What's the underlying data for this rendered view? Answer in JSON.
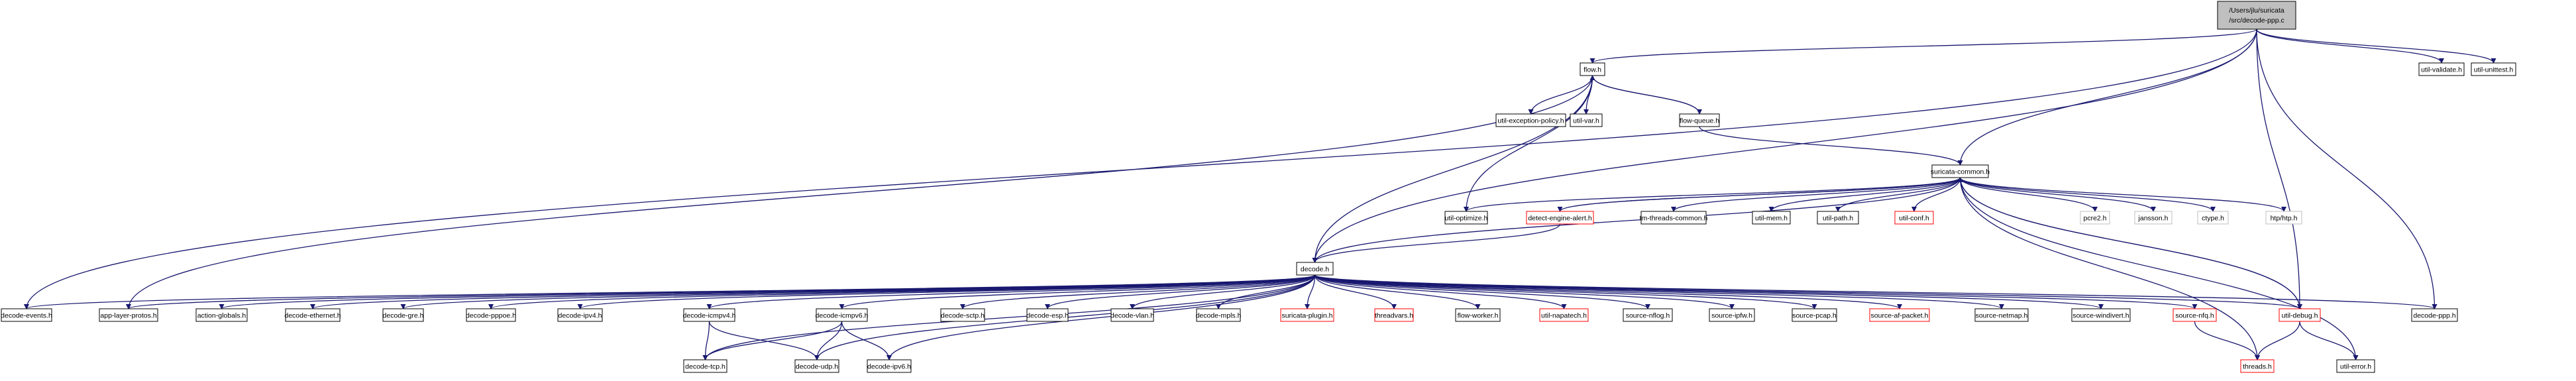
{
  "colors": {
    "edge": "#191970",
    "node_border": "#000000",
    "node_border_missing": "#ff0000",
    "node_border_external": "#bfbfbf",
    "node_fill": "#ffffff",
    "root_fill": "#bfbfbf",
    "text": "#000000"
  },
  "nodes": {
    "root": {
      "line1": "/Users/jlu/suricata",
      "line2": "/src/decode-ppp.c",
      "style": "root"
    },
    "flow_h": {
      "label": "flow.h",
      "style": "normal"
    },
    "util_validate_h": {
      "label": "util-validate.h",
      "style": "normal"
    },
    "util_unittest_h": {
      "label": "util-unittest.h",
      "style": "normal"
    },
    "util_exception_policy_h": {
      "label": "util-exception-policy.h",
      "style": "normal"
    },
    "util_var_h": {
      "label": "util-var.h",
      "style": "normal"
    },
    "flow_queue_h": {
      "label": "flow-queue.h",
      "style": "normal"
    },
    "suricata_common_h": {
      "label": "suricata-common.h",
      "style": "normal"
    },
    "util_optimize_h": {
      "label": "util-optimize.h",
      "style": "normal"
    },
    "detect_engine_alert_h": {
      "label": "detect-engine-alert.h",
      "style": "missing"
    },
    "tm_threads_common_h": {
      "label": "tm-threads-common.h",
      "style": "normal"
    },
    "util_mem_h": {
      "label": "util-mem.h",
      "style": "normal"
    },
    "util_path_h": {
      "label": "util-path.h",
      "style": "normal"
    },
    "util_conf_h": {
      "label": "util-conf.h",
      "style": "missing"
    },
    "pcre2_h": {
      "label": "pcre2.h",
      "style": "external"
    },
    "jansson_h": {
      "label": "jansson.h",
      "style": "external"
    },
    "ctype_h": {
      "label": "ctype.h",
      "style": "external"
    },
    "htp_htp_h": {
      "label": "htp/htp.h",
      "style": "external"
    },
    "decode_h": {
      "label": "decode.h",
      "style": "normal"
    },
    "decode_events_h": {
      "label": "decode-events.h",
      "style": "normal"
    },
    "app_layer_protos_h": {
      "label": "app-layer-protos.h",
      "style": "normal"
    },
    "action_globals_h": {
      "label": "action-globals.h",
      "style": "normal"
    },
    "decode_ethernet_h": {
      "label": "decode-ethernet.h",
      "style": "normal"
    },
    "decode_gre_h": {
      "label": "decode-gre.h",
      "style": "normal"
    },
    "decode_pppoe_h": {
      "label": "decode-pppoe.h",
      "style": "normal"
    },
    "decode_ipv4_h": {
      "label": "decode-ipv4.h",
      "style": "normal"
    },
    "decode_icmpv4_h": {
      "label": "decode-icmpv4.h",
      "style": "normal"
    },
    "decode_icmpv6_h": {
      "label": "decode-icmpv6.h",
      "style": "normal"
    },
    "decode_sctp_h": {
      "label": "decode-sctp.h",
      "style": "normal"
    },
    "decode_esp_h": {
      "label": "decode-esp.h",
      "style": "normal"
    },
    "decode_vlan_h": {
      "label": "decode-vlan.h",
      "style": "normal"
    },
    "decode_mpls_h": {
      "label": "decode-mpls.h",
      "style": "normal"
    },
    "suricata_plugin_h": {
      "label": "suricata-plugin.h",
      "style": "missing"
    },
    "threadvars_h": {
      "label": "threadvars.h",
      "style": "missing"
    },
    "flow_worker_h": {
      "label": "flow-worker.h",
      "style": "normal"
    },
    "util_napatech_h": {
      "label": "util-napatech.h",
      "style": "missing"
    },
    "source_nflog_h": {
      "label": "source-nflog.h",
      "style": "normal"
    },
    "source_ipfw_h": {
      "label": "source-ipfw.h",
      "style": "normal"
    },
    "source_pcap_h": {
      "label": "source-pcap.h",
      "style": "normal"
    },
    "source_af_packet_h": {
      "label": "source-af-packet.h",
      "style": "missing"
    },
    "source_netmap_h": {
      "label": "source-netmap.h",
      "style": "normal"
    },
    "source_windivert_h": {
      "label": "source-windivert.h",
      "style": "normal"
    },
    "source_nfq_h": {
      "label": "source-nfq.h",
      "style": "missing"
    },
    "util_debug_h": {
      "label": "util-debug.h",
      "style": "missing"
    },
    "decode_ppp_h": {
      "label": "decode-ppp.h",
      "style": "normal"
    },
    "decode_tcp_h": {
      "label": "decode-tcp.h",
      "style": "normal"
    },
    "decode_udp_h": {
      "label": "decode-udp.h",
      "style": "normal"
    },
    "decode_ipv6_h": {
      "label": "decode-ipv6.h",
      "style": "normal"
    },
    "threads_h": {
      "label": "threads.h",
      "style": "missing"
    },
    "util_error_h": {
      "label": "util-error.h",
      "style": "normal"
    }
  },
  "edges": [
    [
      "root",
      "flow_h"
    ],
    [
      "root",
      "util_validate_h"
    ],
    [
      "root",
      "util_unittest_h"
    ],
    [
      "root",
      "suricata_common_h"
    ],
    [
      "root",
      "decode_h"
    ],
    [
      "root",
      "util_debug_h"
    ],
    [
      "root",
      "decode_ppp_h"
    ],
    [
      "root",
      "decode_events_h"
    ],
    [
      "flow_h",
      "util_exception_policy_h"
    ],
    [
      "flow_h",
      "util_var_h"
    ],
    [
      "flow_h",
      "flow_queue_h"
    ],
    [
      "flow_h",
      "util_optimize_h"
    ],
    [
      "flow_h",
      "decode_h"
    ],
    [
      "flow_h",
      "app_layer_protos_h"
    ],
    [
      "flow_queue_h",
      "suricata_common_h"
    ],
    [
      "flow_queue_h",
      "flow_h"
    ],
    [
      "suricata_common_h",
      "util_optimize_h"
    ],
    [
      "suricata_common_h",
      "detect_engine_alert_h"
    ],
    [
      "suricata_common_h",
      "tm_threads_common_h"
    ],
    [
      "suricata_common_h",
      "util_mem_h"
    ],
    [
      "suricata_common_h",
      "util_path_h"
    ],
    [
      "suricata_common_h",
      "util_conf_h"
    ],
    [
      "suricata_common_h",
      "pcre2_h"
    ],
    [
      "suricata_common_h",
      "jansson_h"
    ],
    [
      "suricata_common_h",
      "ctype_h"
    ],
    [
      "suricata_common_h",
      "htp_htp_h"
    ],
    [
      "suricata_common_h",
      "util_debug_h"
    ],
    [
      "suricata_common_h",
      "threads_h"
    ],
    [
      "suricata_common_h",
      "util_error_h"
    ],
    [
      "detect_engine_alert_h",
      "suricata_common_h"
    ],
    [
      "detect_engine_alert_h",
      "decode_h"
    ],
    [
      "decode_h",
      "suricata_common_h"
    ],
    [
      "decode_h",
      "decode_events_h"
    ],
    [
      "decode_h",
      "app_layer_protos_h"
    ],
    [
      "decode_h",
      "action_globals_h"
    ],
    [
      "decode_h",
      "decode_ethernet_h"
    ],
    [
      "decode_h",
      "decode_gre_h"
    ],
    [
      "decode_h",
      "decode_pppoe_h"
    ],
    [
      "decode_h",
      "decode_ipv4_h"
    ],
    [
      "decode_h",
      "decode_icmpv4_h"
    ],
    [
      "decode_h",
      "decode_icmpv6_h"
    ],
    [
      "decode_h",
      "decode_sctp_h"
    ],
    [
      "decode_h",
      "decode_esp_h"
    ],
    [
      "decode_h",
      "decode_vlan_h"
    ],
    [
      "decode_h",
      "decode_mpls_h"
    ],
    [
      "decode_h",
      "suricata_plugin_h"
    ],
    [
      "decode_h",
      "threadvars_h"
    ],
    [
      "decode_h",
      "flow_worker_h"
    ],
    [
      "decode_h",
      "util_napatech_h"
    ],
    [
      "decode_h",
      "source_nflog_h"
    ],
    [
      "decode_h",
      "source_ipfw_h"
    ],
    [
      "decode_h",
      "source_pcap_h"
    ],
    [
      "decode_h",
      "source_af_packet_h"
    ],
    [
      "decode_h",
      "source_netmap_h"
    ],
    [
      "decode_h",
      "source_windivert_h"
    ],
    [
      "decode_h",
      "source_nfq_h"
    ],
    [
      "decode_h",
      "util_debug_h"
    ],
    [
      "decode_h",
      "decode_ppp_h"
    ],
    [
      "decode_h",
      "decode_tcp_h"
    ],
    [
      "decode_h",
      "decode_udp_h"
    ],
    [
      "decode_h",
      "decode_ipv6_h"
    ],
    [
      "decode_icmpv4_h",
      "decode_tcp_h"
    ],
    [
      "decode_icmpv4_h",
      "decode_udp_h"
    ],
    [
      "decode_icmpv6_h",
      "decode_tcp_h"
    ],
    [
      "decode_icmpv6_h",
      "decode_udp_h"
    ],
    [
      "decode_icmpv6_h",
      "decode_ipv6_h"
    ],
    [
      "source_nfq_h",
      "threads_h"
    ],
    [
      "util_debug_h",
      "suricata_common_h"
    ],
    [
      "util_debug_h",
      "threads_h"
    ],
    [
      "util_debug_h",
      "util_error_h"
    ]
  ]
}
